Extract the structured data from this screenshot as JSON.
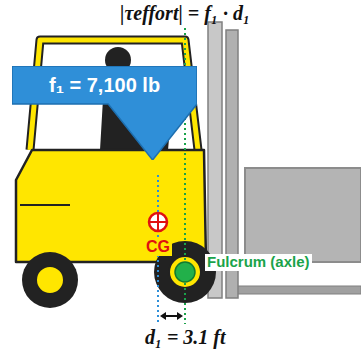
{
  "diagram": {
    "nodes": [
      {
        "text": [
          "f₁ = 7,100 lb"
        ]
      }
    ],
    "labels": [
      "|τeffort| = f₁ · d₁",
      "CG",
      "Fulcrum (axle)",
      "d₁ = 3.1 ft"
    ]
  }
}
